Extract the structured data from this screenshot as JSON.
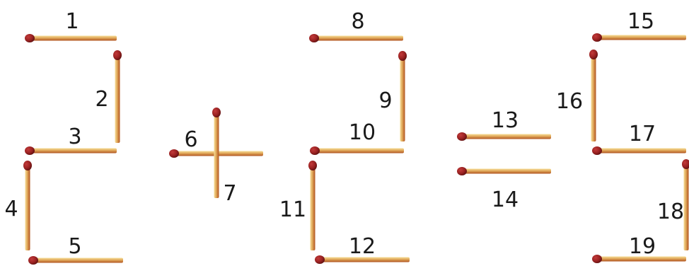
{
  "puzzle": {
    "colors": {
      "stick_light": "#f6de98",
      "stick_mid": "#e0a85a",
      "stick_dark": "#b0521e",
      "head": "#9a2222",
      "head_dark": "#5e0f0f",
      "label": "#1a1a1a"
    },
    "matches": [
      {
        "id": "1",
        "label": "1"
      },
      {
        "id": "2",
        "label": "2"
      },
      {
        "id": "3",
        "label": "3"
      },
      {
        "id": "4",
        "label": "4"
      },
      {
        "id": "5",
        "label": "5"
      },
      {
        "id": "6",
        "label": "6"
      },
      {
        "id": "7",
        "label": "7"
      },
      {
        "id": "8",
        "label": "8"
      },
      {
        "id": "9",
        "label": "9"
      },
      {
        "id": "10",
        "label": "10"
      },
      {
        "id": "11",
        "label": "11"
      },
      {
        "id": "12",
        "label": "12"
      },
      {
        "id": "13",
        "label": "13"
      },
      {
        "id": "14",
        "label": "14"
      },
      {
        "id": "15",
        "label": "15"
      },
      {
        "id": "16",
        "label": "16"
      },
      {
        "id": "17",
        "label": "17"
      },
      {
        "id": "18",
        "label": "18"
      },
      {
        "id": "19",
        "label": "19"
      }
    ]
  }
}
